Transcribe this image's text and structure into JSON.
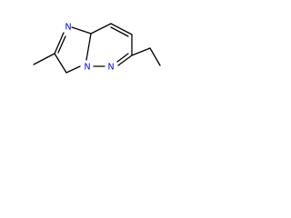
{
  "molecule": {
    "atoms": {
      "n_imidazole": {
        "symbol": "N",
        "color": "#0000ff"
      },
      "n_bridge": {
        "symbol": "N",
        "color": "#0000ff"
      },
      "n_pyridazine": {
        "symbol": "N",
        "color": "#0000ff"
      }
    },
    "bond_color": "#000000"
  }
}
